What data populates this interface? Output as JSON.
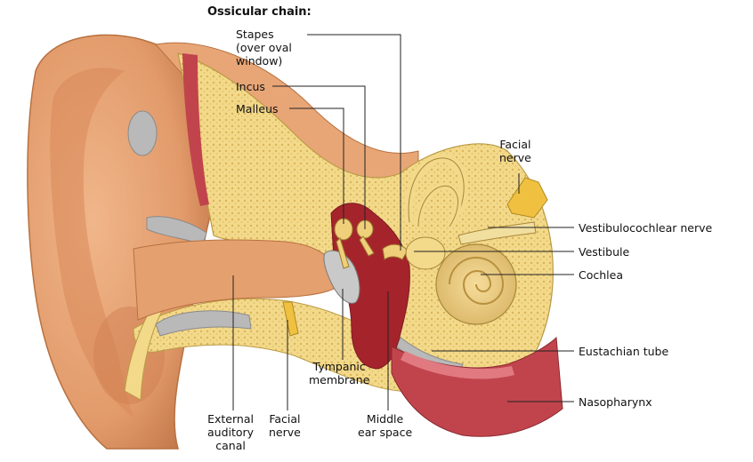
{
  "header": "Ossicular chain:",
  "labels": {
    "stapes_1": "Stapes",
    "stapes_2": "(over oval",
    "stapes_3": "window)",
    "incus": "Incus",
    "malleus": "Malleus",
    "facial_nerve_top_1": "Facial",
    "facial_nerve_top_2": "nerve",
    "vestibulocochlear_nerve": "Vestibulocochlear nerve",
    "vestibule": "Vestibule",
    "cochlea": "Cochlea",
    "eustachian_tube": "Eustachian tube",
    "nasopharynx": "Nasopharynx",
    "tympanic_1": "Tympanic",
    "tympanic_2": "membrane",
    "external_1": "External",
    "external_2": "auditory",
    "external_3": "canal",
    "facial_nerve_bottom_1": "Facial",
    "facial_nerve_bottom_2": "nerve",
    "middle_ear_1": "Middle",
    "middle_ear_2": "ear space"
  },
  "colors": {
    "skin": "#e8a677",
    "skin_dark": "#c97d4f",
    "bone": "#f3d98a",
    "bone_dots": "#e2c063",
    "cavity_red": "#a5242c",
    "mucosa": "#d85a62",
    "cartilage": "#b9b9b9",
    "leader": "#222222"
  }
}
